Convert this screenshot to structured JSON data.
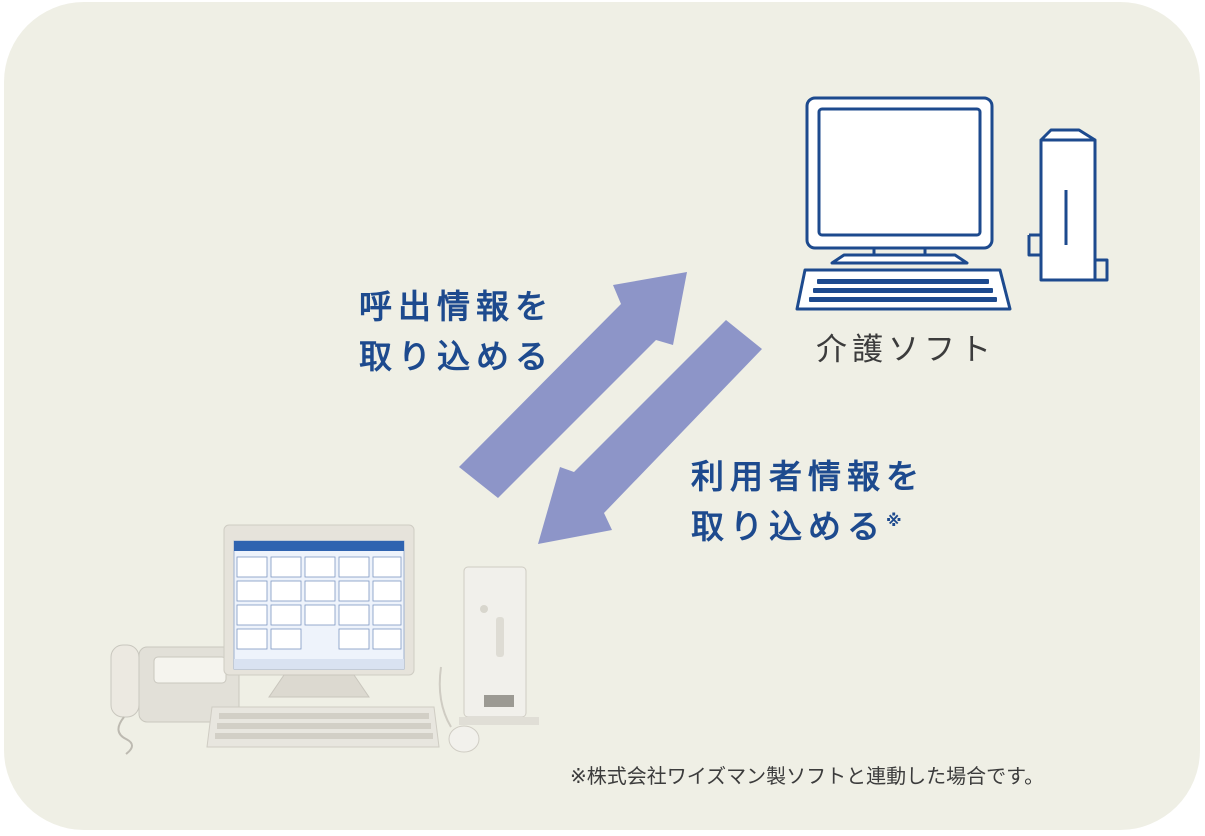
{
  "labels": {
    "call_info": [
      "呼出情報を",
      "取り込める"
    ],
    "user_info": [
      "利用者情報を",
      "取り込める"
    ],
    "user_info_mark": "※",
    "care_software": "介護ソフト"
  },
  "footnote": "※株式会社ワイズマン製ソフトと連動した場合です。",
  "colors": {
    "background": "#efefe5",
    "arrow": "#8d95c8",
    "outline": "#1d4a8e",
    "label_text": "#1d4a8e",
    "caption_text": "#3c3c3c"
  },
  "icons": {
    "care_pc": "desktop-computer-line-icon",
    "nurse_call_system": "nurse-call-pc-photo-icon",
    "arrow_out": "arrow-up-right-icon",
    "arrow_in": "arrow-down-left-icon"
  }
}
